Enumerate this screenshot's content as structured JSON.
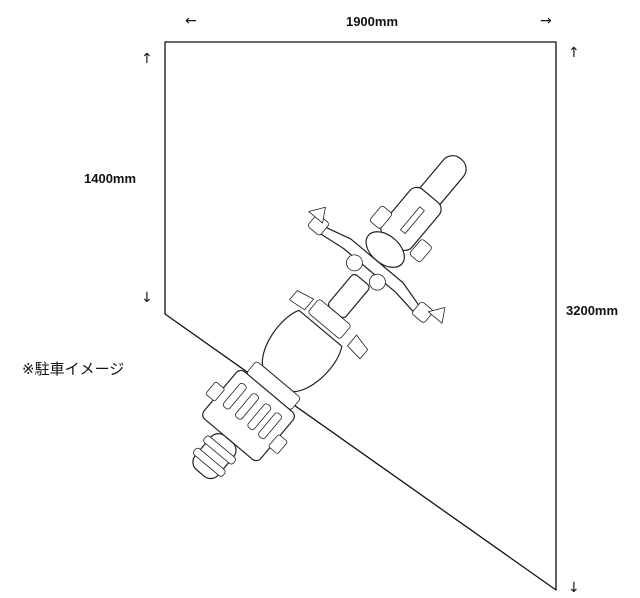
{
  "dimensions": {
    "width_label": "1900mm",
    "left_height_label": "1400mm",
    "right_height_label": "3200mm"
  },
  "arrows": {
    "left": "←",
    "right": "→",
    "up": "↑",
    "down": "↓"
  },
  "note": "※駐車イメージ"
}
